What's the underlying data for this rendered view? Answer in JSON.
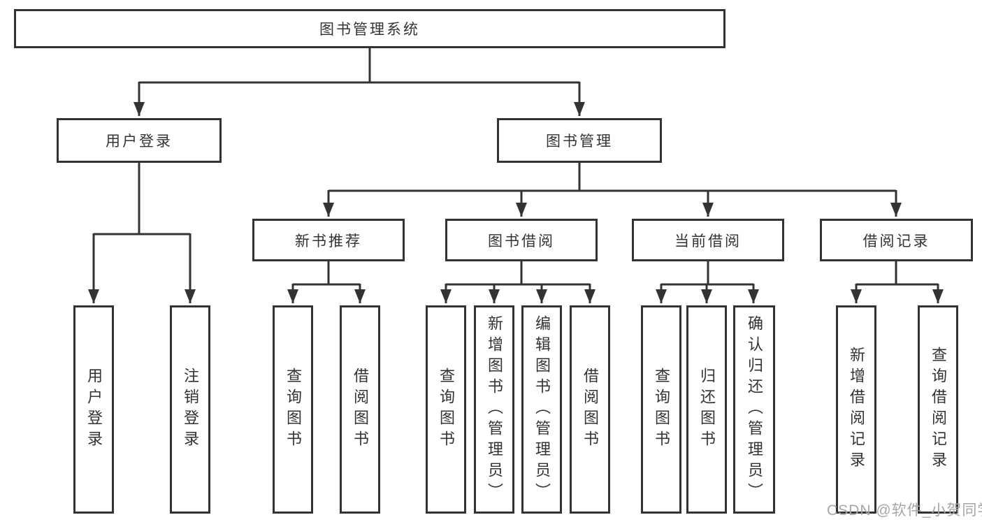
{
  "diagram": {
    "root": "图书管理系统",
    "branches": [
      {
        "label": "用户登录",
        "leaves": [
          "用户登录",
          "注销登录"
        ]
      },
      {
        "label": "图书管理",
        "groups": [
          {
            "label": "新书推荐",
            "leaves": [
              "查询图书",
              "借阅图书"
            ]
          },
          {
            "label": "图书借阅",
            "leaves": [
              "查询图书",
              "新增图书（管理员）",
              "编辑图书（管理员）",
              "借阅图书"
            ]
          },
          {
            "label": "当前借阅",
            "leaves": [
              "查询图书",
              "归还图书",
              "确认归还（管理员）"
            ]
          },
          {
            "label": "借阅记录",
            "leaves": [
              "新增借阅记录",
              "查询借阅记录"
            ]
          }
        ]
      }
    ]
  },
  "watermark": "CSDN @软件_小贺同学",
  "colors": {
    "line": "#333333",
    "text": "#333333",
    "watermark": "#a6a6a6",
    "background": "#ffffff"
  }
}
